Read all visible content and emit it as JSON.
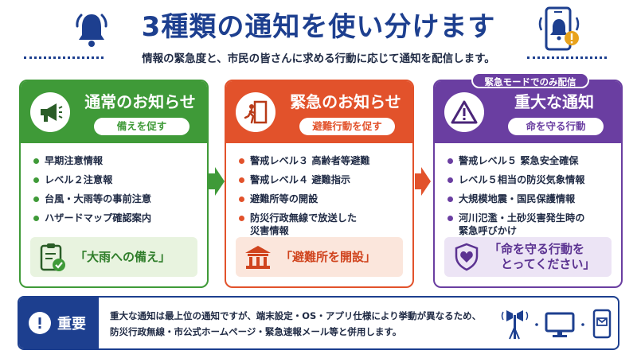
{
  "header": {
    "title": "3種類の通知を使い分けます",
    "subtitle": "情報の緊急度と、市民の皆さんに求める行動に応じて通知を配信します。"
  },
  "colors": {
    "navy": "#1d3f8f",
    "green": "#3f9a38",
    "red": "#e2522b",
    "purple": "#6a3ea1"
  },
  "cards": [
    {
      "name": "通常のお知らせ",
      "sub": "備えを促す",
      "icon": "megaphone-icon",
      "items": [
        "早期注意情報",
        "レベル２注意報",
        "台風・大雨等の事前注意",
        "ハザードマップ確認案内"
      ],
      "box_text": "「大雨への備え」",
      "box_icon": "checklist-icon"
    },
    {
      "name": "緊急のお知らせ",
      "sub": "避難行動を促す",
      "icon": "evacuation-exit-icon",
      "items": [
        "警戒レベル３ 高齢者等避難",
        "警戒レベル４ 避難指示",
        "避難所等の開設",
        "防災行政無線で放送した\n災害情報"
      ],
      "box_text": "「避難所を開設」",
      "box_icon": "shelter-building-icon"
    },
    {
      "name": "重大な通知",
      "sub": "命を守る行動",
      "tag": "緊急モードでのみ配信",
      "icon": "warning-triangle-icon",
      "items": [
        "警戒レベル５ 緊急安全確保",
        "レベル５相当の防災気象情報",
        "大規模地震・国民保護情報",
        "河川氾濫・土砂災害発生時の\n緊急呼びかけ"
      ],
      "box_text": "「命を守る行動を\n　とってください」",
      "box_icon": "shield-heart-icon"
    }
  ],
  "notice": {
    "label": "重要",
    "text_line1": "重大な通知は最上位の通知ですが、端末設定・OS・アプリ仕様により挙動が異なるため、",
    "text_line2": "防災行政無線・市公式ホームページ・緊急速報メール等と併用します。",
    "icons": [
      "loudspeaker-tower-icon",
      "monitor-icon",
      "mail-icon"
    ]
  }
}
